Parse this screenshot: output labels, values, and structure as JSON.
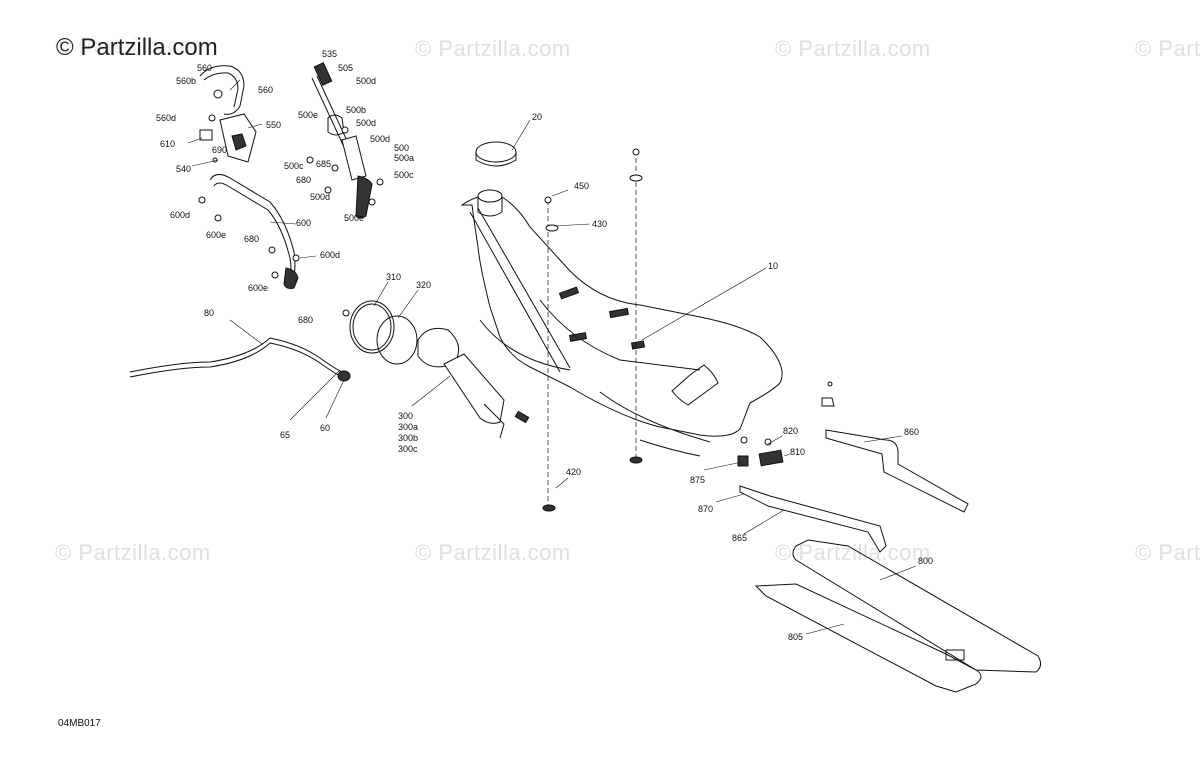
{
  "brand": {
    "text": "© Partzilla.com"
  },
  "watermarks": [
    "© Partzilla.com",
    "© Partzilla.com",
    "© Partzilla.com",
    "© Partzilla.com",
    "© Partzilla.com",
    "© Partzilla.com",
    "© Partzilla.com",
    "© Partzilla.com"
  ],
  "diagram_code": "04MB017",
  "callouts": {
    "c535": "535",
    "c505": "505",
    "c500d_1": "500d",
    "c500b": "500b",
    "c500e_1": "500e",
    "c500d_2": "500d",
    "c500d_3": "500d",
    "c500": "500",
    "c500a": "500a",
    "c500c_1": "500c",
    "c500c_2": "500c",
    "c685": "685",
    "c680_1": "680",
    "c500d_4": "500d",
    "c500e_2": "500e",
    "c560_top": "560",
    "c560b": "560b",
    "c560": "560",
    "c560d": "560d",
    "c550": "550",
    "c610": "610",
    "c690": "690",
    "c540": "540",
    "c600d_1": "600d",
    "c600e_1": "600e",
    "c600": "600",
    "c680_2": "680",
    "c600d_2": "600d",
    "c600e_2": "600e",
    "c20": "20",
    "c450": "450",
    "c430": "430",
    "c10": "10",
    "c310": "310",
    "c320": "320",
    "c680_3": "680",
    "c80": "80",
    "c65": "65",
    "c60": "60",
    "c300": "300",
    "c300a": "300a",
    "c300b": "300b",
    "c300c": "300c",
    "c420": "420",
    "c875": "875",
    "c870": "870",
    "c820": "820",
    "c810": "810",
    "c860": "860",
    "c865": "865",
    "c800": "800",
    "c805": "805"
  }
}
